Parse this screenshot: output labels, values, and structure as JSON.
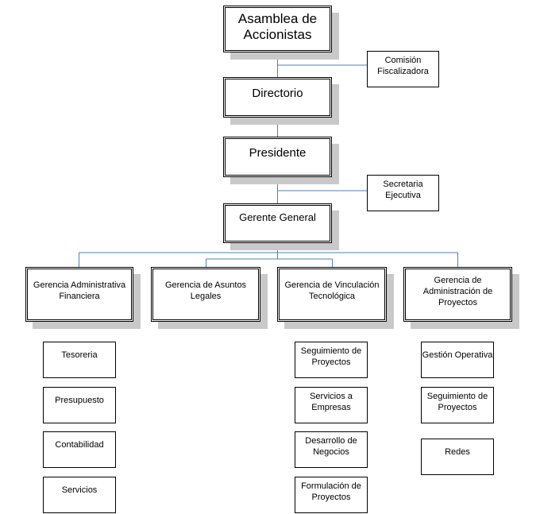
{
  "chart": {
    "asamblea": "Asamblea de Accionistas",
    "comision": "Comisión Fiscalizadora",
    "directorio": "Directorio",
    "presidente": "Presidente",
    "secretaria": "Secretaria Ejecutiva",
    "gerente_general": "Gerente General",
    "gerencias": [
      {
        "label": "Gerencia Administrativa Financiera",
        "units": [
          "Tesoreria",
          "Presupuesto",
          "Contabilidad",
          "Servicios"
        ]
      },
      {
        "label": "Gerencia de Asuntos Legales",
        "units": []
      },
      {
        "label": "Gerencia de Vinculación Tecnológica",
        "units": [
          "Seguimiento de Proyectos",
          "Servicios a Empresas",
          "Desarrollo de Negocios",
          "Formulación de Proyectos"
        ]
      },
      {
        "label": "Gerencia de Administración de Proyectos",
        "units": [
          "Gestión Operativa",
          "Seguimiento de Proyectos",
          "Redes"
        ]
      }
    ]
  },
  "colors": {
    "connector": "#4f81bd",
    "shadow": "#c9c9c9",
    "border": "#000000"
  }
}
